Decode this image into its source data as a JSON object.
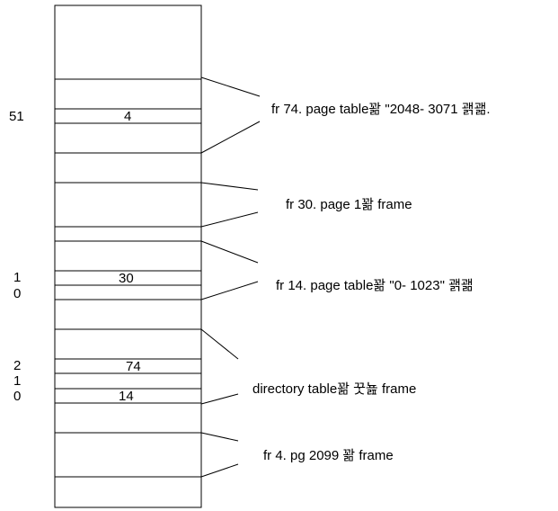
{
  "left_labels": [
    "51",
    "1",
    "0",
    "2",
    "1",
    "0"
  ],
  "cell_values": [
    "4",
    "30",
    "74",
    "14"
  ],
  "annotations": [
    "fr 74. page table꽒 \"2048- 3071 괡괢.",
    "fr 30. page 1꽒 frame",
    "fr 14. page table꽒 \"0- 1023\" 괡괢",
    "directory table꽒 꿋뇶 frame",
    "fr 4. pg 2099 꽒 frame"
  ]
}
